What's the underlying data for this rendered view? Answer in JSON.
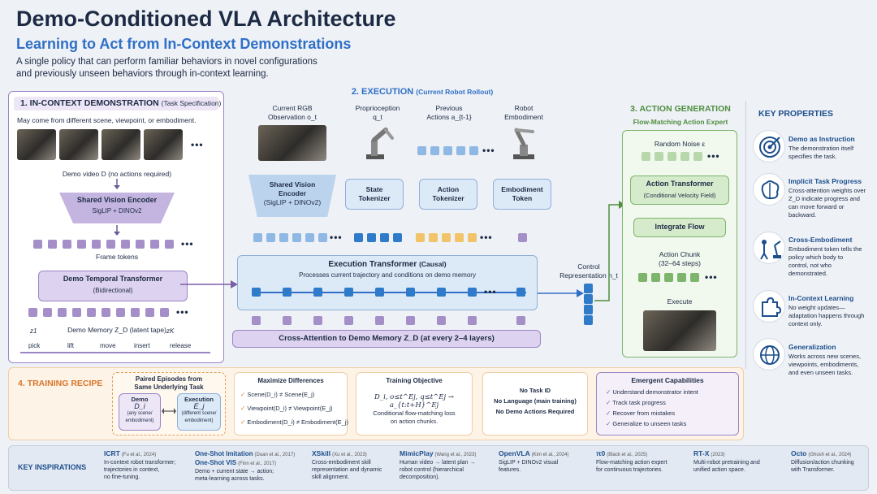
{
  "header": {
    "title": "Demo-Conditioned VLA Architecture",
    "subtitle": "Learning to Act from In-Context Demonstrations",
    "description_line1": "A single policy that can perform familiar behaviors in novel configurations",
    "description_line2": "and previously unseen behaviors through in-context learning."
  },
  "section1": {
    "title": "1. IN-CONTEXT DEMONSTRATION",
    "title_note": "(Task Specification)",
    "source_note": "May come from different scene, viewpoint, or embodiment.",
    "video_label": "Demo video D (no actions required)",
    "encoder_title": "Shared Vision Encoder",
    "encoder_sub": "SigLIP + DINOv2",
    "frame_tokens_label": "Frame tokens",
    "temporal_title": "Demo Temporal Transformer",
    "temporal_sub": "(Bidirectional)",
    "memory_label": "Demo Memory Z_D (latent tape)",
    "z1": "z1",
    "zk": "zK",
    "phases": [
      "pick",
      "lift",
      "move",
      "insert",
      "release"
    ]
  },
  "section2": {
    "title": "2. EXECUTION",
    "title_note": "(Current Robot Rollout)",
    "inputs": [
      {
        "l1": "Current RGB",
        "l2": "Observation o_t"
      },
      {
        "l1": "Proprioception",
        "l2": "q_t"
      },
      {
        "l1": "Previous",
        "l2": "Actions a_{t-1}"
      },
      {
        "l1": "Robot",
        "l2": "Embodiment"
      }
    ],
    "encoders": [
      {
        "l1": "Shared Vision",
        "l2": "Encoder",
        "l3": "(SigLIP + DINOv2)"
      },
      {
        "l1": "State",
        "l2": "Tokenizer",
        "l3": ""
      },
      {
        "l1": "Action",
        "l2": "Tokenizer",
        "l3": ""
      },
      {
        "l1": "Embodiment",
        "l2": "Token",
        "l3": ""
      }
    ],
    "exec_title": "Execution Transformer",
    "exec_note": "(Causal)",
    "exec_sub": "Processes current trajectory and conditions on demo memory",
    "xattn": "Cross-Attention to Demo Memory Z_D (at every 2–4 layers)",
    "control_l1": "Control",
    "control_l2": "Representation h_t"
  },
  "section3": {
    "title": "3. ACTION GENERATION",
    "subtitle": "Flow-Matching Action Expert",
    "noise": "Random Noise ε",
    "action_tf_title": "Action Transformer",
    "action_tf_sub": "(Conditional Velocity Field)",
    "integrate": "Integrate Flow",
    "chunk_l1": "Action Chunk",
    "chunk_l2": "(32–64 steps)",
    "execute": "Execute"
  },
  "key_properties": {
    "title": "KEY PROPERTIES",
    "items": [
      {
        "icon": "target-icon",
        "title": "Demo as Instruction",
        "desc": [
          "The demonstration itself",
          "specifies the task."
        ]
      },
      {
        "icon": "brain-icon",
        "title": "Implicit Task Progress",
        "desc": [
          "Cross-attention weights over",
          "Z_D indicate progress and",
          "can move forward or",
          "backward."
        ]
      },
      {
        "icon": "robot-human-icon",
        "title": "Cross-Embodiment",
        "desc": [
          "Embodiment token tells the",
          "policy which body to",
          "control, not who",
          "demonstrated."
        ]
      },
      {
        "icon": "puzzle-icon",
        "title": "In-Context Learning",
        "desc": [
          "No weight updates—",
          "adaptation happens through",
          "context only."
        ]
      },
      {
        "icon": "globe-icon",
        "title": "Generalization",
        "desc": [
          "Works across new scenes,",
          "viewpoints, embodiments,",
          "and even unseen tasks."
        ]
      }
    ]
  },
  "training": {
    "title": "4. TRAINING RECIPE",
    "paired_title_l1": "Paired Episodes from",
    "paired_title_l2": "Same Underlying Task",
    "demo_label": "Demo",
    "demo_var": "D_i",
    "demo_note": [
      "(any scene/",
      "embodiment)"
    ],
    "exec_label": "Execution",
    "exec_var": "E_j",
    "exec_note": [
      "(different scene/",
      "embodiment)"
    ],
    "maximize_title": "Maximize Differences",
    "maximize_items": [
      "Scene(D_i) ≠ Scene(E_j)",
      "Viewpoint(D_i) ≠ Viewpoint(E_j)",
      "Embodiment(D_i) ≠ Embodiment(E_j)"
    ],
    "objective_title": "Training Objective",
    "objective_formula": "D_i, o≤t^Ej, q≤t^Ej → a_{t:t+H}^Ej",
    "objective_desc": [
      "Conditional flow-matching loss",
      "on action chunks."
    ],
    "no_items": [
      "No Task ID",
      "No Language (main training)",
      "No Demo Actions Required"
    ],
    "emergent_title": "Emergent Capabilities",
    "emergent_items": [
      "Understand demonstrator intent",
      "Track task progress",
      "Recover from mistakes",
      "Generalize to unseen tasks"
    ]
  },
  "inspirations": {
    "title": "KEY INSPIRATIONS",
    "items": [
      {
        "name": "ICRT",
        "cite": "(Fu et al., 2024)",
        "desc": [
          "In-context robot transformer;",
          "trajectories in context,",
          "no fine-tuning."
        ]
      },
      {
        "name": "One-Shot Imitation",
        "cite": "(Duan et al., 2017)",
        "name2": "One-Shot VIS",
        "cite2": "(Finn et al., 2017)",
        "desc": [
          "Demo + current state → action;",
          "meta-learning across tasks."
        ]
      },
      {
        "name": "XSkill",
        "cite": "(Xu et al., 2023)",
        "desc": [
          "Cross-embodiment skill",
          "representation and dynamic",
          "skill alignment."
        ]
      },
      {
        "name": "MimicPlay",
        "cite": "(Wang et al., 2023)",
        "desc": [
          "Human video → latent plan →",
          "robot control (hierarchical",
          "decomposition)."
        ]
      },
      {
        "name": "OpenVLA",
        "cite": "(Kim et al., 2024)",
        "desc": [
          "SigLIP + DINOv2 visual",
          "features."
        ]
      },
      {
        "name": "π0",
        "cite": "(Black et al., 2025)",
        "desc": [
          "Flow-matching action expert",
          "for continuous trajectories."
        ]
      },
      {
        "name": "RT-X",
        "cite": "(2023)",
        "desc": [
          "Multi-robot pretraining and",
          "unified action space."
        ]
      },
      {
        "name": "Octo",
        "cite": "(Ghosh et al., 2024)",
        "desc": [
          "Diffusion/action chunking",
          "with Transformer."
        ]
      }
    ]
  },
  "colors": {
    "navy": "#1c2a44",
    "blue": "#2f6fc6",
    "purple": "#7b5ea8",
    "green": "#4f8e3f",
    "orange": "#d9772b"
  }
}
